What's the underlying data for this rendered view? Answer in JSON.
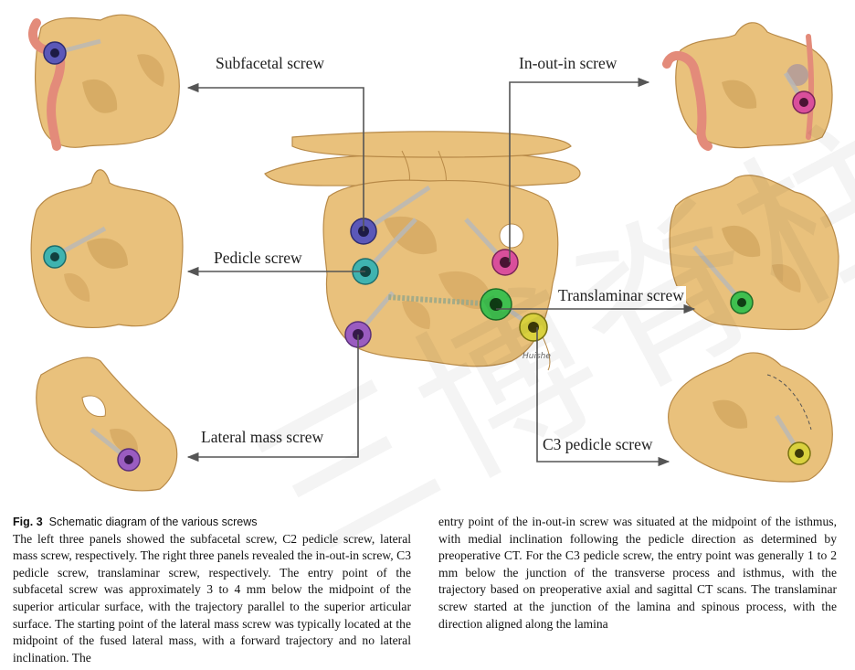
{
  "figure": {
    "labels": {
      "subfacetal": "Subfacetal screw",
      "pedicle": "Pedicle screw",
      "lateral_mass": "Lateral mass screw",
      "in_out_in": "In-out-in screw",
      "translaminar": "Translaminar screw",
      "c3_pedicle": "C3 pedicle screw"
    },
    "signature": "Huishe",
    "watermark": "三博脊柱",
    "colors": {
      "bone": "#e9c17c",
      "bone_shadow": "#c99a52",
      "artery": "#e38b7a",
      "subfacetal_screw": "#5b58b8",
      "pedicle_screw": "#3fb3b0",
      "lateral_mass_screw": "#9a5cc0",
      "in_out_in_screw": "#d94f9b",
      "translaminar_screw": "#3fbf4f",
      "c3_pedicle_screw": "#d9d13e"
    }
  },
  "caption": {
    "fig_label": "Fig. 3",
    "title": "Schematic diagram of the various screws",
    "col1_body": "The left three panels showed the subfacetal screw, C2 pedicle screw, lateral mass screw, respectively. The right three panels revealed the in-out-in screw, C3 pedicle screw, translaminar screw, respectively. The entry point of the subfacetal screw was approximately 3 to 4 mm below the midpoint of the superior articular surface, with the trajectory parallel to the superior articular surface. The starting point of the lateral mass screw was typically located at the midpoint of the fused lateral mass, with a forward trajectory and no lateral inclination. The",
    "col2_body": "entry point of the in-out-in screw was situated at the midpoint of the isthmus, with medial inclination following the pedicle direction as determined by preoperative CT. For the C3 pedicle screw, the entry point was generally 1 to 2 mm below the junction of the transverse process and isthmus, with the trajectory based on preoperative axial and sagittal CT scans. The translaminar screw started at the junction of the lamina and spinous process, with the direction aligned along the lamina"
  }
}
